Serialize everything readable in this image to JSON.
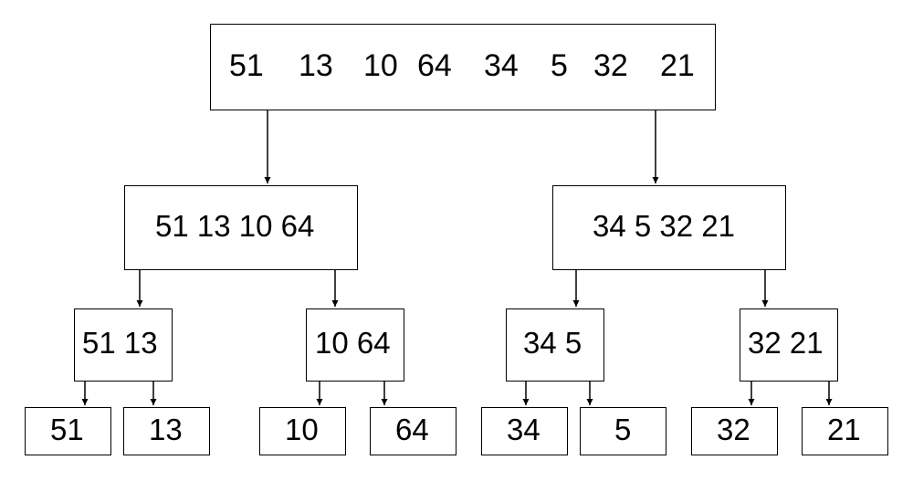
{
  "diagram": {
    "root": {
      "values": [
        "51",
        "13",
        "10",
        "64",
        "34",
        "5",
        "32",
        "21"
      ]
    },
    "level1": [
      {
        "label": "51 13 10 64"
      },
      {
        "label": "34 5 32 21"
      }
    ],
    "level2": [
      {
        "label": "51 13"
      },
      {
        "label": "10 64"
      },
      {
        "label": "34 5"
      },
      {
        "label": "32 21"
      }
    ],
    "leaves": [
      {
        "label": "51"
      },
      {
        "label": "13"
      },
      {
        "label": "10"
      },
      {
        "label": "64"
      },
      {
        "label": "34"
      },
      {
        "label": "5"
      },
      {
        "label": "32"
      },
      {
        "label": "21"
      }
    ]
  }
}
